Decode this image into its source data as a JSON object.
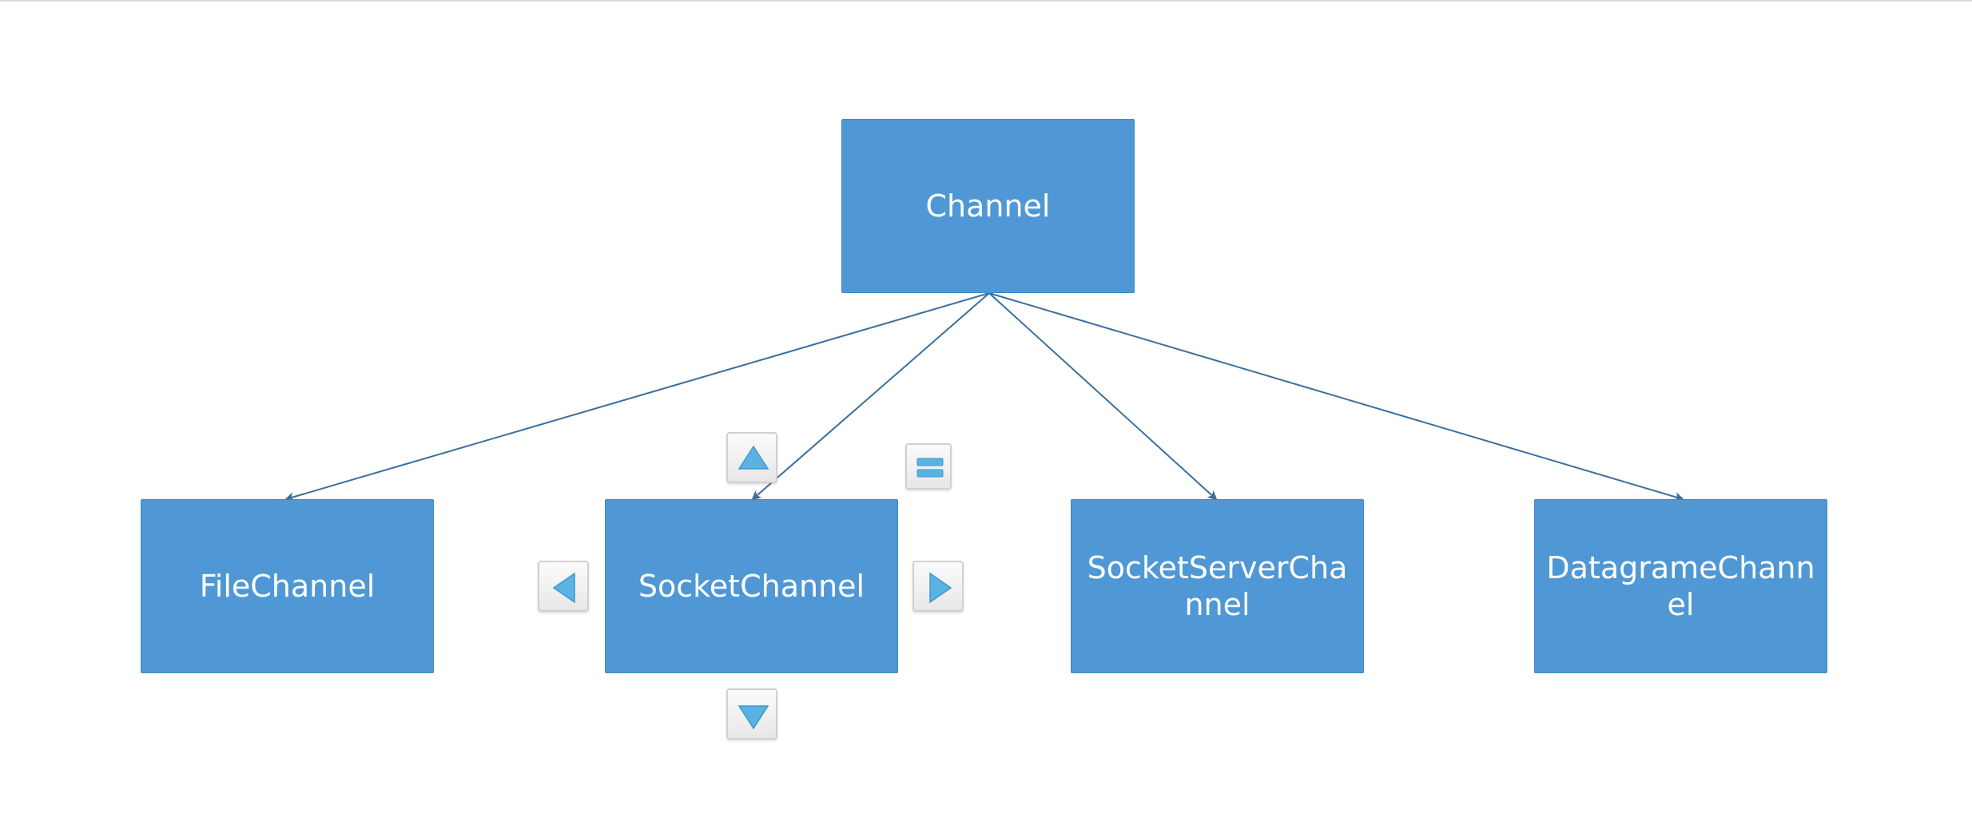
{
  "diagram": {
    "nodes": [
      {
        "id": "channel",
        "label": "Channel"
      },
      {
        "id": "file",
        "label": "FileChannel"
      },
      {
        "id": "socket",
        "label": "SocketChannel"
      },
      {
        "id": "server",
        "label": "SocketServerChannel"
      },
      {
        "id": "datagram",
        "label": "DatagrameChannel"
      }
    ],
    "edges": [
      {
        "from": "channel",
        "to": "file"
      },
      {
        "from": "channel",
        "to": "socket"
      },
      {
        "from": "channel",
        "to": "server"
      },
      {
        "from": "channel",
        "to": "datagram"
      }
    ],
    "selected": "socket"
  },
  "handles": {
    "top": "arrow-up-icon",
    "bottom": "arrow-down-icon",
    "left": "arrow-left-icon",
    "right": "arrow-right-icon",
    "options": "equals-icon"
  },
  "colors": {
    "node_fill": "#4f98d5",
    "edge": "#3a6f9e",
    "handle_arrow": "#5ab2e3"
  }
}
